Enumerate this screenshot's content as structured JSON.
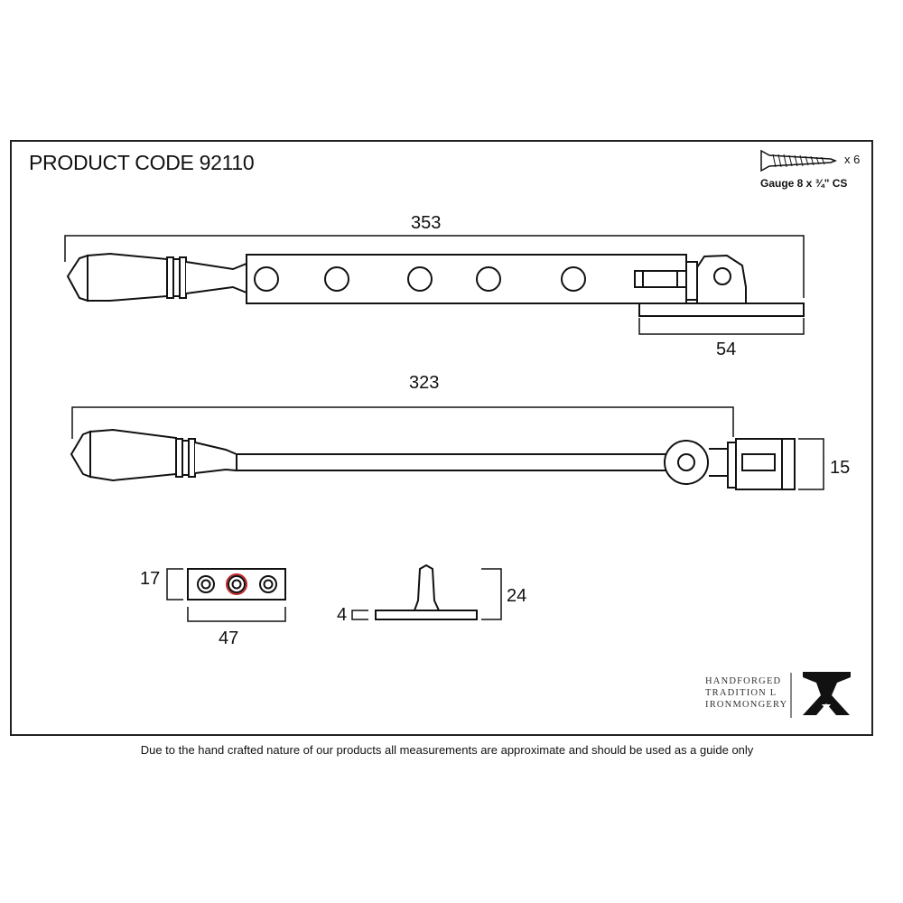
{
  "header": {
    "product_code": "PRODUCT CODE  92110"
  },
  "fixings": {
    "quantity": "x 6",
    "gauge": "Gauge 8 x ¾\" CS",
    "icon": "screw-icon"
  },
  "dimensions": {
    "stay_length": "353",
    "pin_plate_width": "54",
    "stay_arm_length": "323",
    "fixing_height": "15",
    "plate_height": "17",
    "plate_width": "47",
    "pin_height": "24",
    "pin_base_thickness": "4"
  },
  "brand": {
    "line1": "HANDFORGED",
    "line2": "TRADITION  L",
    "line3": "IRONMONGERY",
    "logo_icon": "anvil-logo-icon"
  },
  "footer": {
    "disclaimer": "Due to the hand crafted nature of our products all measurements are approximate and should be used as a guide only"
  }
}
